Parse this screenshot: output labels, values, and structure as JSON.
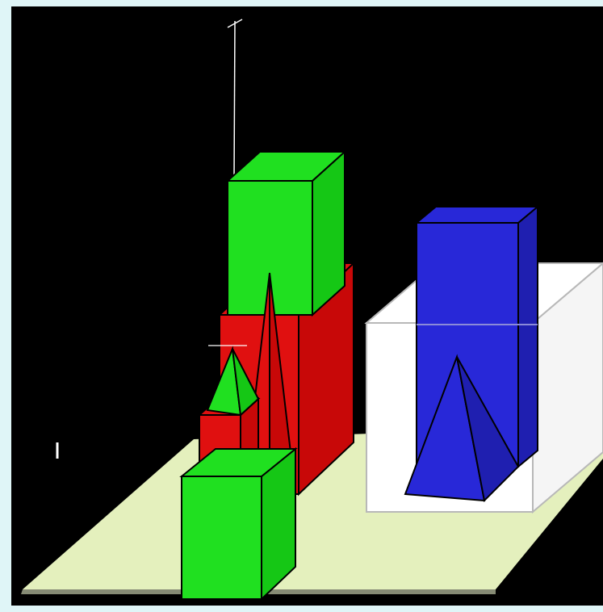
{
  "scene": {
    "description": "",
    "colors": {
      "background_frame": "#dff5f7",
      "sky": "#000000",
      "ground": "#e4f0bd",
      "green": "#20e020",
      "green_dark": "#15c715",
      "red": "#e01010",
      "red_dark": "#c80808",
      "blue": "#2828d8",
      "blue_dark": "#1f1fb0",
      "white": "#ffffff",
      "white_side": "#f5f5f5",
      "outline": "#000000"
    },
    "objects": [
      "ground-plane",
      "tall-red-box",
      "upper-green-box",
      "tall-red-spire",
      "small-red-box",
      "small-green-pyramid",
      "front-green-cube",
      "white-glass-box",
      "blue-tall-box",
      "blue-pyramid",
      "antenna-line"
    ]
  }
}
